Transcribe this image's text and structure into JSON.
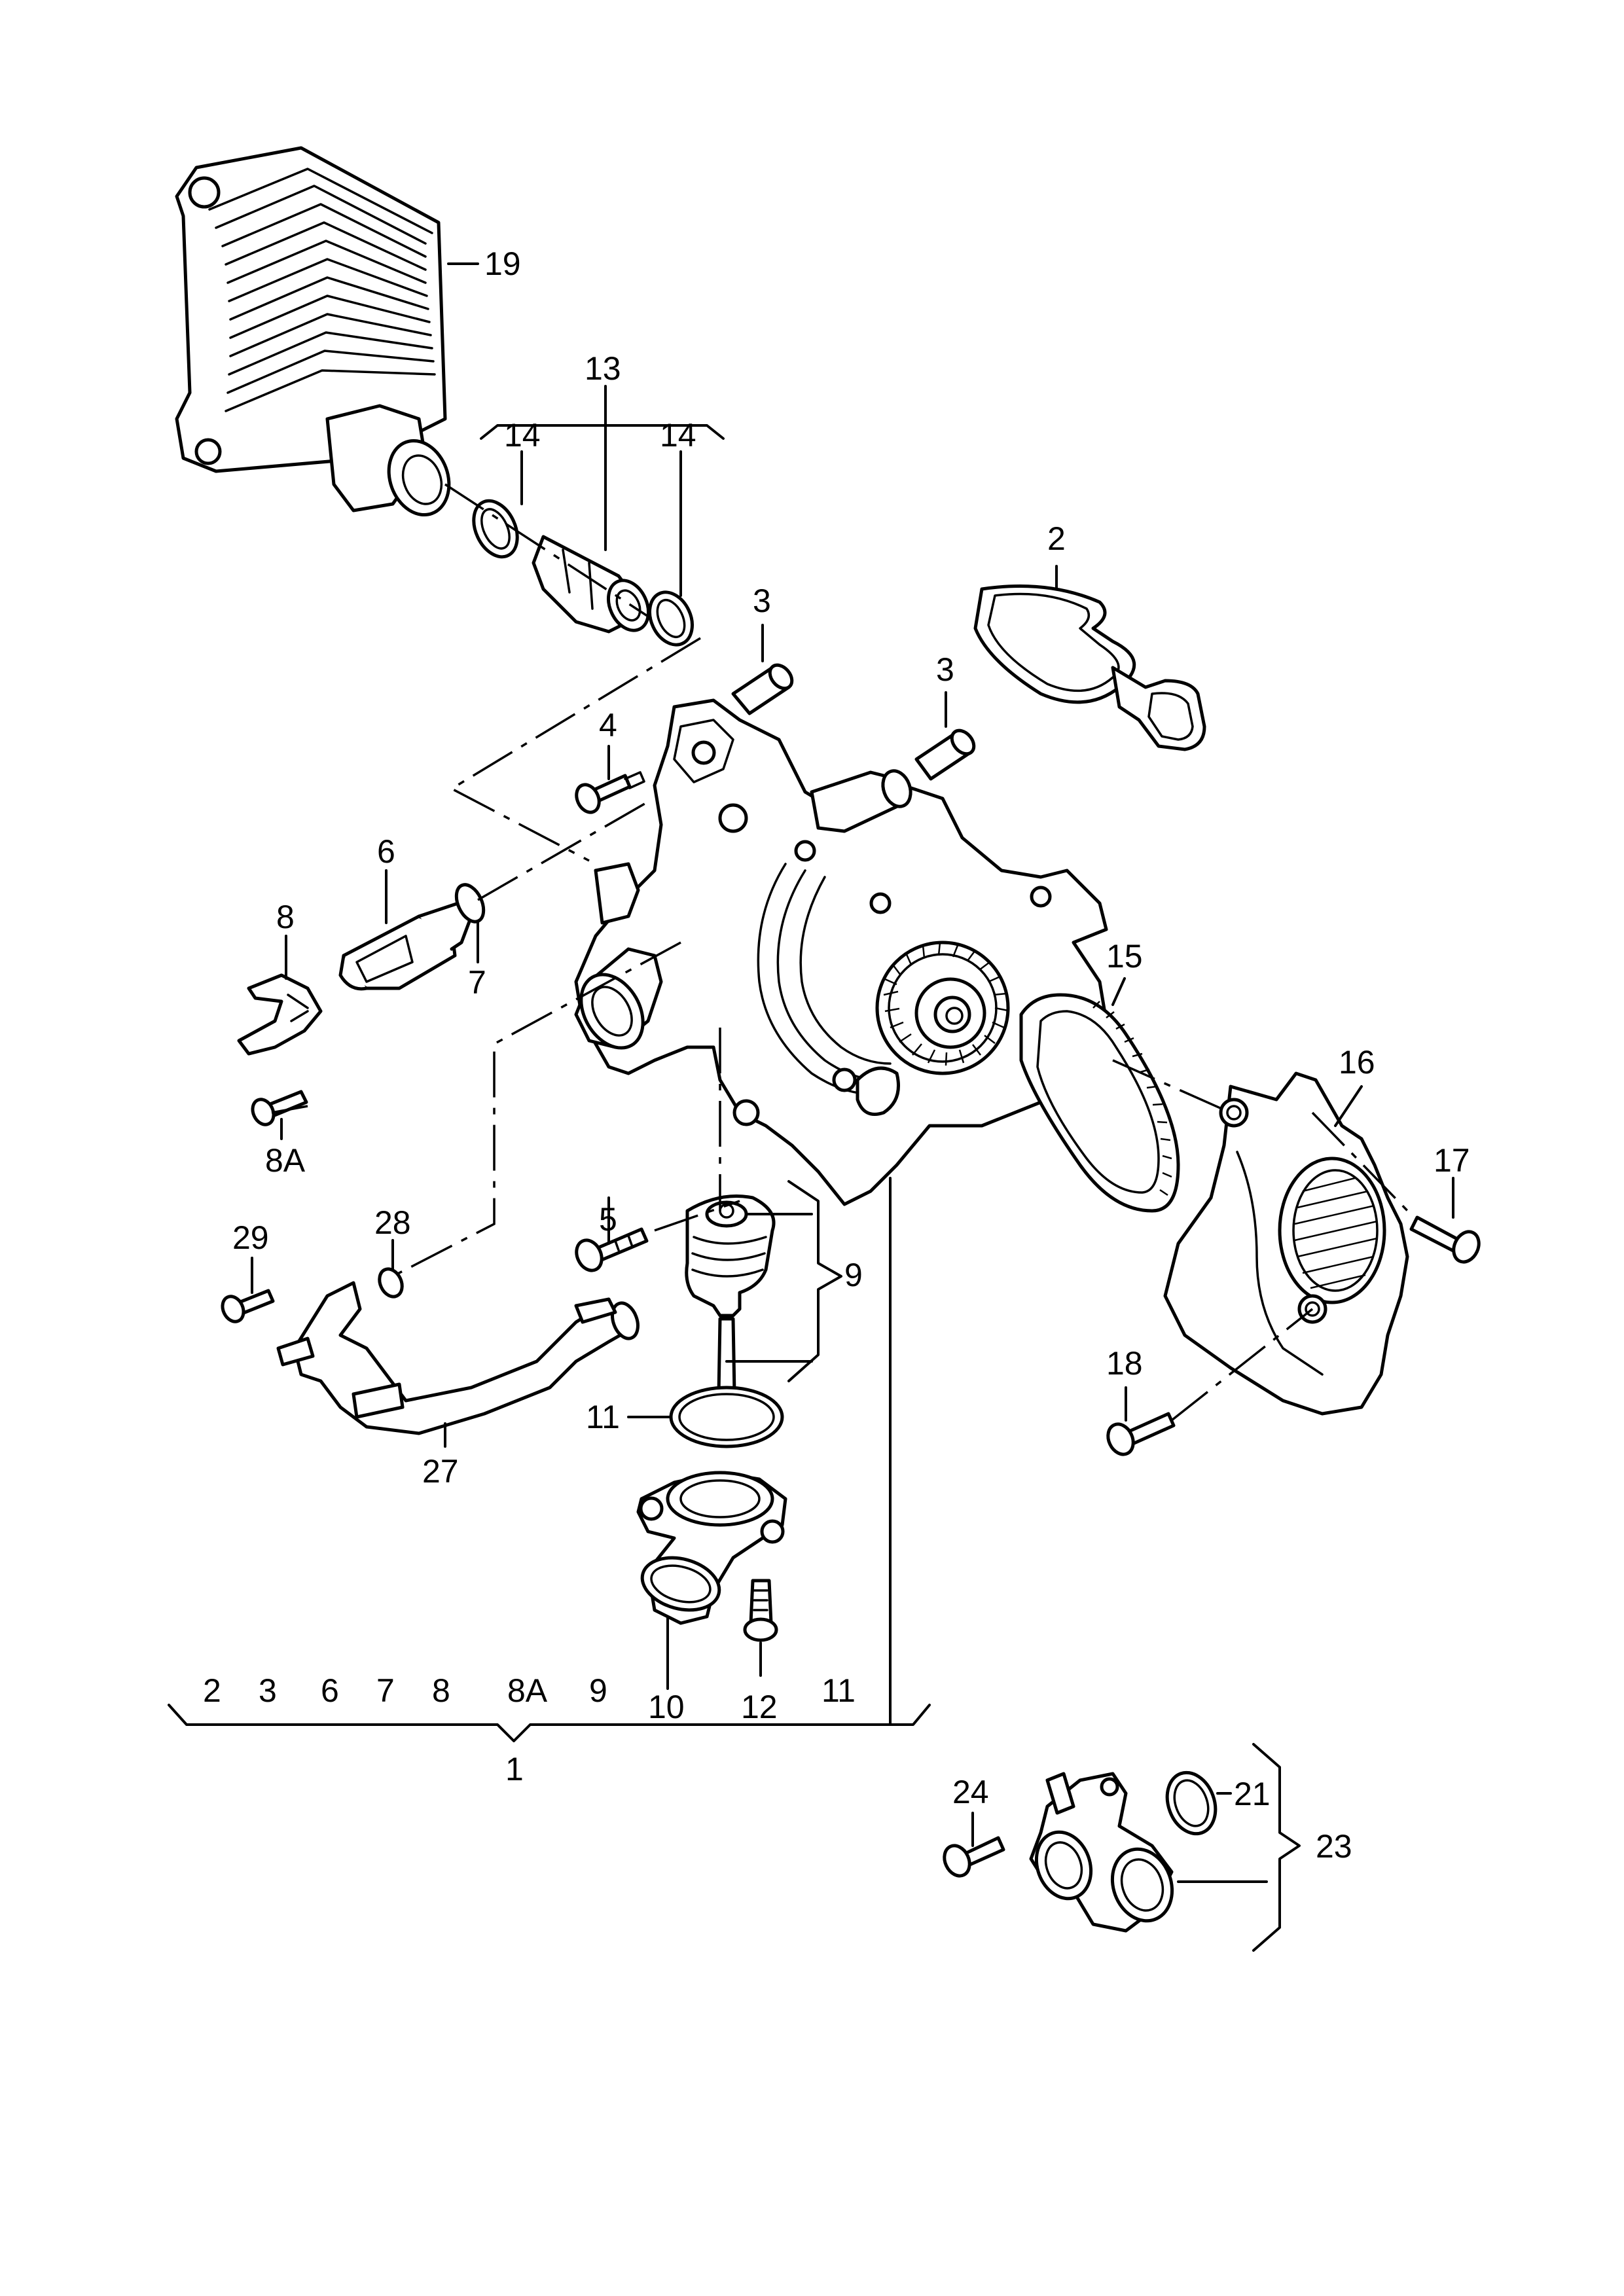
{
  "diagram": {
    "callouts": [
      {
        "id": "c19",
        "text": "19"
      },
      {
        "id": "c13",
        "text": "13"
      },
      {
        "id": "c14a",
        "text": "14"
      },
      {
        "id": "c14b",
        "text": "14"
      },
      {
        "id": "c2",
        "text": "2"
      },
      {
        "id": "c3a",
        "text": "3"
      },
      {
        "id": "c3b",
        "text": "3"
      },
      {
        "id": "c4",
        "text": "4"
      },
      {
        "id": "c6",
        "text": "6"
      },
      {
        "id": "c7",
        "text": "7"
      },
      {
        "id": "c8",
        "text": "8"
      },
      {
        "id": "c8a",
        "text": "8A"
      },
      {
        "id": "c15",
        "text": "15"
      },
      {
        "id": "c16",
        "text": "16"
      },
      {
        "id": "c17",
        "text": "17"
      },
      {
        "id": "c5",
        "text": "5"
      },
      {
        "id": "c9",
        "text": "9"
      },
      {
        "id": "c29",
        "text": "29"
      },
      {
        "id": "c28",
        "text": "28"
      },
      {
        "id": "c18",
        "text": "18"
      },
      {
        "id": "c11a",
        "text": "11"
      },
      {
        "id": "c27",
        "text": "27"
      },
      {
        "id": "c10",
        "text": "10"
      },
      {
        "id": "c12",
        "text": "12"
      },
      {
        "id": "c1",
        "text": "1"
      },
      {
        "id": "c24",
        "text": "24"
      },
      {
        "id": "c21",
        "text": "21"
      },
      {
        "id": "c23",
        "text": "23"
      }
    ],
    "kit_1_items": [
      "2",
      "3",
      "6",
      "7",
      "8",
      "8A",
      "9",
      "10",
      "12",
      "11"
    ]
  }
}
